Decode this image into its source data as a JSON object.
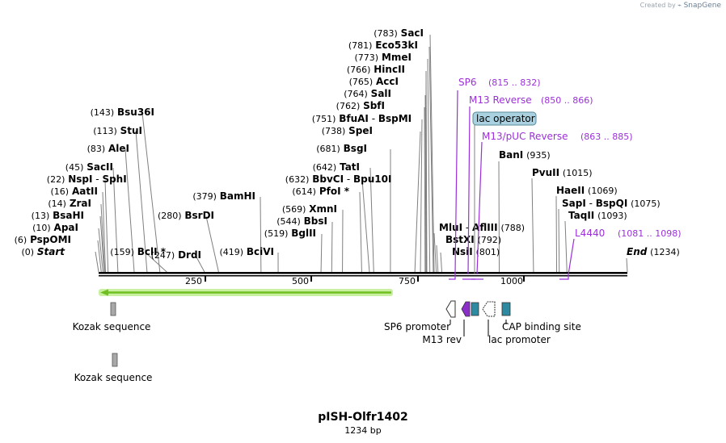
{
  "credit": {
    "prefix": "Created by",
    "brand": "SnapGene"
  },
  "plasmid": {
    "name": "pISH-Olfr1402",
    "length_label": "1234 bp",
    "length": 1234
  },
  "ruler": {
    "ticks": [
      "250",
      "500",
      "750",
      "1000"
    ]
  },
  "sites": [
    {
      "pos": "(0)",
      "name": "Start",
      "italic": true
    },
    {
      "pos": "(6)",
      "name": "PspOMI"
    },
    {
      "pos": "(10)",
      "name": "ApaI"
    },
    {
      "pos": "(13)",
      "name": "BsaHI"
    },
    {
      "pos": "(14)",
      "name": "ZraI"
    },
    {
      "pos": "(16)",
      "name": "AatII"
    },
    {
      "pos": "(22)",
      "name": "NspI",
      "name2": "SphI"
    },
    {
      "pos": "(45)",
      "name": "SacII"
    },
    {
      "pos": "(83)",
      "name": "AleI"
    },
    {
      "pos": "(113)",
      "name": "StuI"
    },
    {
      "pos": "(143)",
      "name": "Bsu36I"
    },
    {
      "pos": "(159)",
      "name": "BclI *"
    },
    {
      "pos": "(247)",
      "name": "DrdI"
    },
    {
      "pos": "(280)",
      "name": "BsrDI"
    },
    {
      "pos": "(379)",
      "name": "BamHI"
    },
    {
      "pos": "(419)",
      "name": "BciVI"
    },
    {
      "pos": "(519)",
      "name": "BglII"
    },
    {
      "pos": "(544)",
      "name": "BbsI"
    },
    {
      "pos": "(569)",
      "name": "XmnI"
    },
    {
      "pos": "(614)",
      "name": "PfoI *"
    },
    {
      "pos": "(632)",
      "name": "BbvCI",
      "name2": "Bpu10I"
    },
    {
      "pos": "(642)",
      "name": "TatI"
    },
    {
      "pos": "(681)",
      "name": "BsgI"
    },
    {
      "pos": "(738)",
      "name": "SpeI"
    },
    {
      "pos": "(751)",
      "name": "BfuAI",
      "name2": "BspMI"
    },
    {
      "pos": "(762)",
      "name": "SbfI"
    },
    {
      "pos": "(764)",
      "name": "SalI"
    },
    {
      "pos": "(765)",
      "name": "AccI"
    },
    {
      "pos": "(766)",
      "name": "HincII"
    },
    {
      "pos": "(773)",
      "name": "MmeI"
    },
    {
      "pos": "(781)",
      "name": "Eco53kI"
    },
    {
      "pos": "(783)",
      "name": "SacI"
    },
    {
      "pos": "(788)",
      "name": "MluI",
      "name2": "AflIII",
      "pos_after": true
    },
    {
      "pos": "(792)",
      "name": "BstXI",
      "pos_after": true
    },
    {
      "pos": "(801)",
      "name": "NsiI",
      "pos_after": true
    },
    {
      "pos": "(935)",
      "name": "BanI",
      "pos_after": true
    },
    {
      "pos": "(1015)",
      "name": "PvuII",
      "pos_after": true
    },
    {
      "pos": "(1069)",
      "name": "HaeII",
      "pos_after": true
    },
    {
      "pos": "(1075)",
      "name": "SapI",
      "name2": "BspQI",
      "pos_after": true
    },
    {
      "pos": "(1093)",
      "name": "TaqII",
      "pos_after": true
    },
    {
      "pos": "(1234)",
      "name": "End",
      "italic": true,
      "pos_after": true
    }
  ],
  "primers": [
    {
      "name": "SP6",
      "range": "(815 .. 832)"
    },
    {
      "name": "M13 Reverse",
      "range": "(850 .. 866)"
    },
    {
      "name": "M13/pUC Reverse",
      "range": "(863 .. 885)"
    },
    {
      "name": "L4440",
      "range": "(1081 .. 1098)"
    }
  ],
  "operator": {
    "name": "lac operator"
  },
  "features": [
    {
      "name": "Kozak sequence"
    },
    {
      "name": "Kozak sequence"
    },
    {
      "name": "SP6 promoter"
    },
    {
      "name": "M13 rev"
    },
    {
      "name": "lac promoter"
    },
    {
      "name": "CAP binding site"
    }
  ],
  "colors": {
    "primer": "#9b30d9",
    "orf_arrow": "#6fbf20",
    "orf_glow": "#c8f0a0",
    "kozak": "#a8a8a8",
    "m13rev": "#8b2fc9",
    "cap_site": "#2e8aa0",
    "operator_fill": "#a9d1e0",
    "promoter_fill": "#ffffff"
  }
}
